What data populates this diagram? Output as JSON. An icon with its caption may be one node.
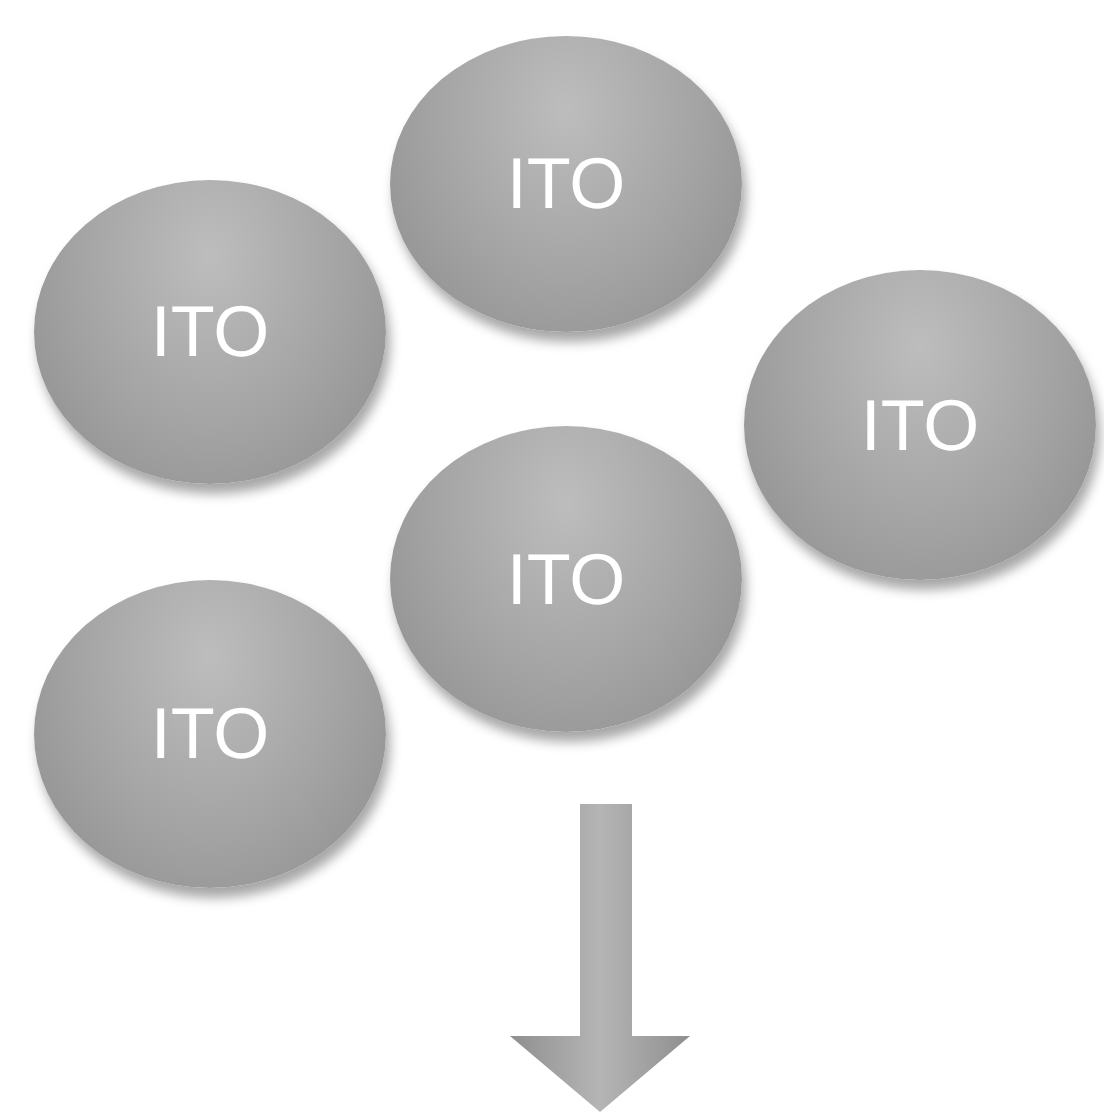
{
  "diagram": {
    "nodes": [
      {
        "text": [
          "ITO"
        ]
      },
      {
        "text": [
          "ITO"
        ]
      },
      {
        "text": [
          "ITO"
        ]
      },
      {
        "text": [
          "ITO"
        ]
      },
      {
        "text": [
          "ITO"
        ]
      }
    ]
  }
}
